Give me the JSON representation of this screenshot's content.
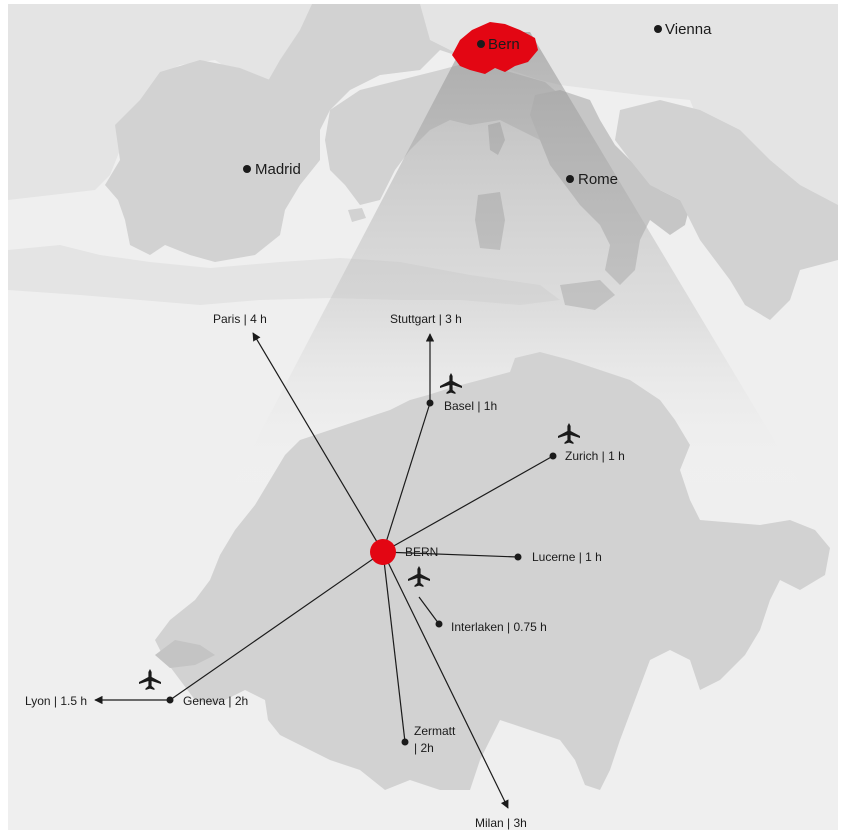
{
  "colors": {
    "sea": "#efefef",
    "land": "#d2d2d2",
    "land_dark": "#c2c2c2",
    "accent": "#e30613",
    "ink": "#1b1b1b"
  },
  "europe_cities": [
    {
      "key": "bern",
      "label": "Bern"
    },
    {
      "key": "vienna",
      "label": "Vienna"
    },
    {
      "key": "madrid",
      "label": "Madrid"
    },
    {
      "key": "rome",
      "label": "Rome"
    }
  ],
  "hub": {
    "label": "BERN"
  },
  "destinations": [
    {
      "key": "paris",
      "label": "Paris | 4 h"
    },
    {
      "key": "stuttgart",
      "label": "Stuttgart | 3 h"
    },
    {
      "key": "basel",
      "label": "Basel | 1h"
    },
    {
      "key": "zurich",
      "label": "Zurich | 1 h"
    },
    {
      "key": "lucerne",
      "label": "Lucerne | 1 h"
    },
    {
      "key": "interlaken",
      "label": "Interlaken | 0.75 h"
    },
    {
      "key": "geneva",
      "label": "Geneva | 2h"
    },
    {
      "key": "lyon",
      "label": "Lyon | 1.5 h"
    },
    {
      "key": "zermatt_line1",
      "label": "Zermatt"
    },
    {
      "key": "zermatt_line2",
      "label": "| 2h"
    },
    {
      "key": "milan",
      "label": "Milan | 3h"
    }
  ],
  "icons": [
    "airplane-icon"
  ]
}
